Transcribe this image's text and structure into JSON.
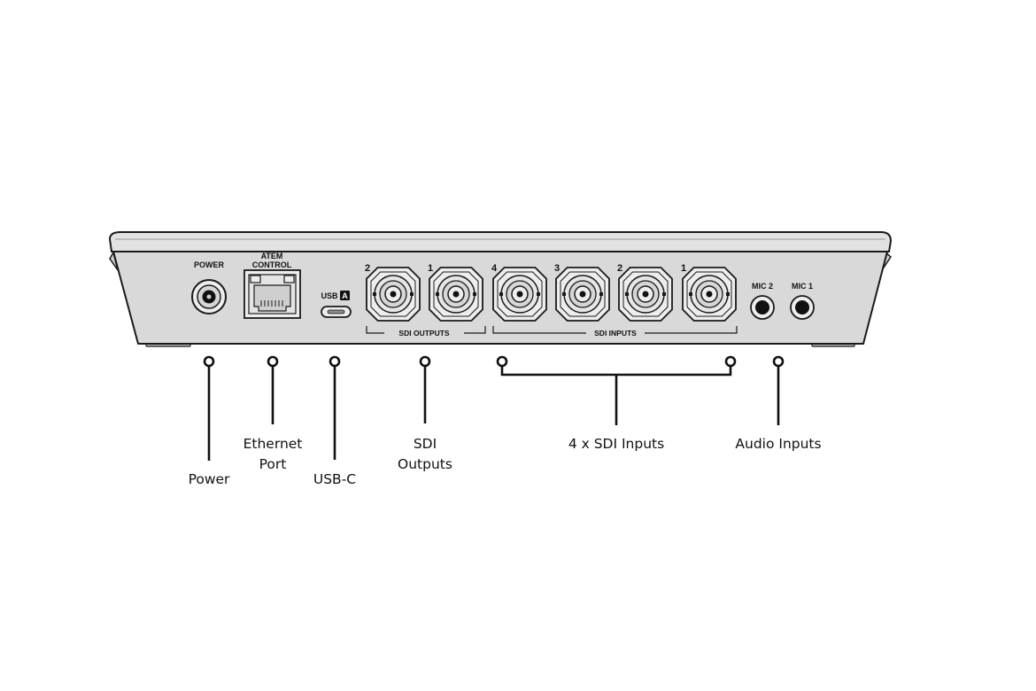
{
  "panel": {
    "power": "POWER",
    "atem_line1": "ATEM",
    "atem_line2": "CONTROL",
    "usb": "USB",
    "usb_badge": "A",
    "sdi_outputs_label": "SDI OUTPUTS",
    "sdi_inputs_label": "SDI INPUTS",
    "sdi_outputs": [
      "2",
      "1"
    ],
    "sdi_inputs": [
      "4",
      "3",
      "2",
      "1"
    ],
    "mic2": "MIC 2",
    "mic1": "MIC 1"
  },
  "callouts": {
    "power": "Power",
    "ethernet_line1": "Ethernet",
    "ethernet_line2": "Port",
    "usbc": "USB-C",
    "sdi_out_line1": "SDI",
    "sdi_out_line2": "Outputs",
    "sdi_in": "4 x SDI Inputs",
    "audio": "Audio Inputs"
  },
  "colors": {
    "body_fill": "#d9d9d9",
    "body_stroke": "#1a1a1a",
    "connector_fill": "#ededed",
    "line": "#111111"
  }
}
